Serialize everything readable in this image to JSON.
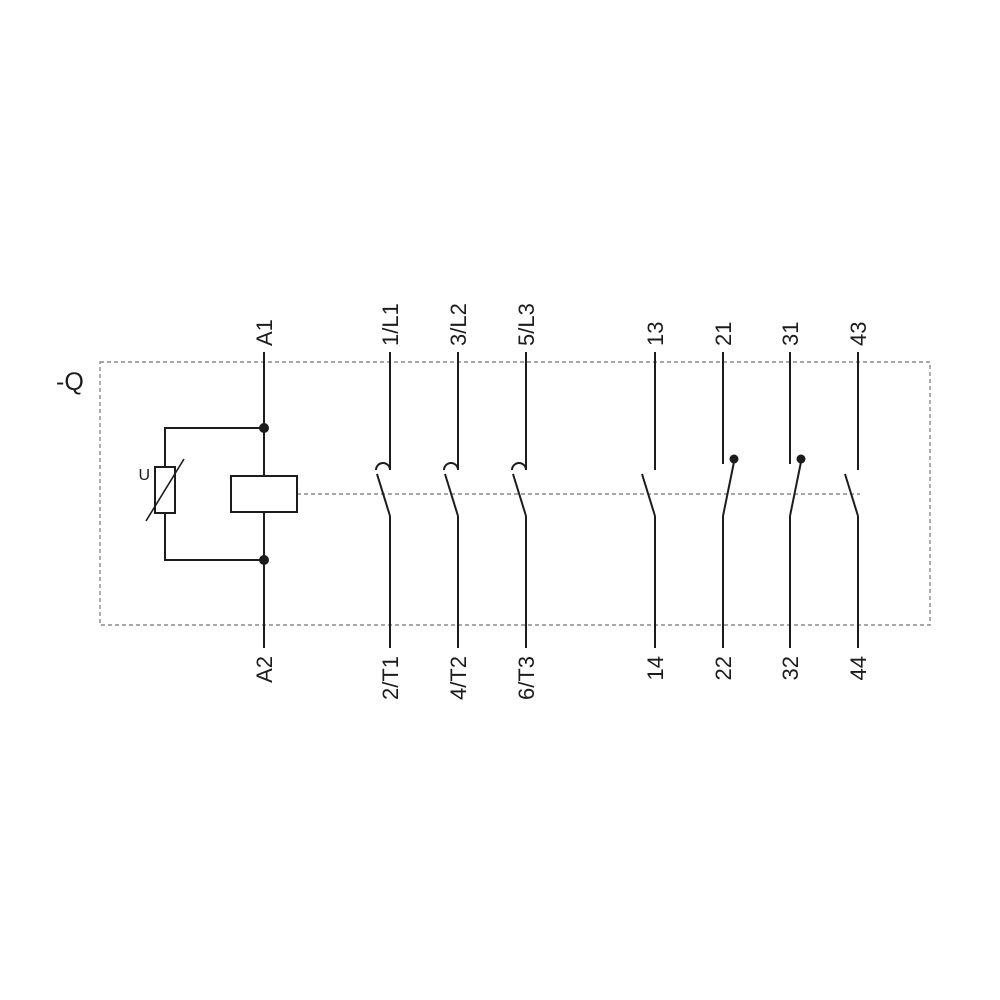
{
  "device_label": "-Q",
  "coil": {
    "terminal_top": "A1",
    "terminal_bottom": "A2",
    "suppressor_label": "U"
  },
  "main_poles": [
    {
      "terminal_top": "1/L1",
      "terminal_bottom": "2/T1"
    },
    {
      "terminal_top": "3/L2",
      "terminal_bottom": "4/T2"
    },
    {
      "terminal_top": "5/L3",
      "terminal_bottom": "6/T3"
    }
  ],
  "auxiliary_contacts": [
    {
      "terminal_top": "13",
      "terminal_bottom": "14",
      "type": "NO"
    },
    {
      "terminal_top": "21",
      "terminal_bottom": "22",
      "type": "NC"
    },
    {
      "terminal_top": "31",
      "terminal_bottom": "32",
      "type": "NC"
    },
    {
      "terminal_top": "43",
      "terminal_bottom": "44",
      "type": "NO"
    }
  ],
  "colors": {
    "line": "#1c1c1c",
    "dashed_line": "#8a8a8a",
    "background": "#ffffff"
  }
}
